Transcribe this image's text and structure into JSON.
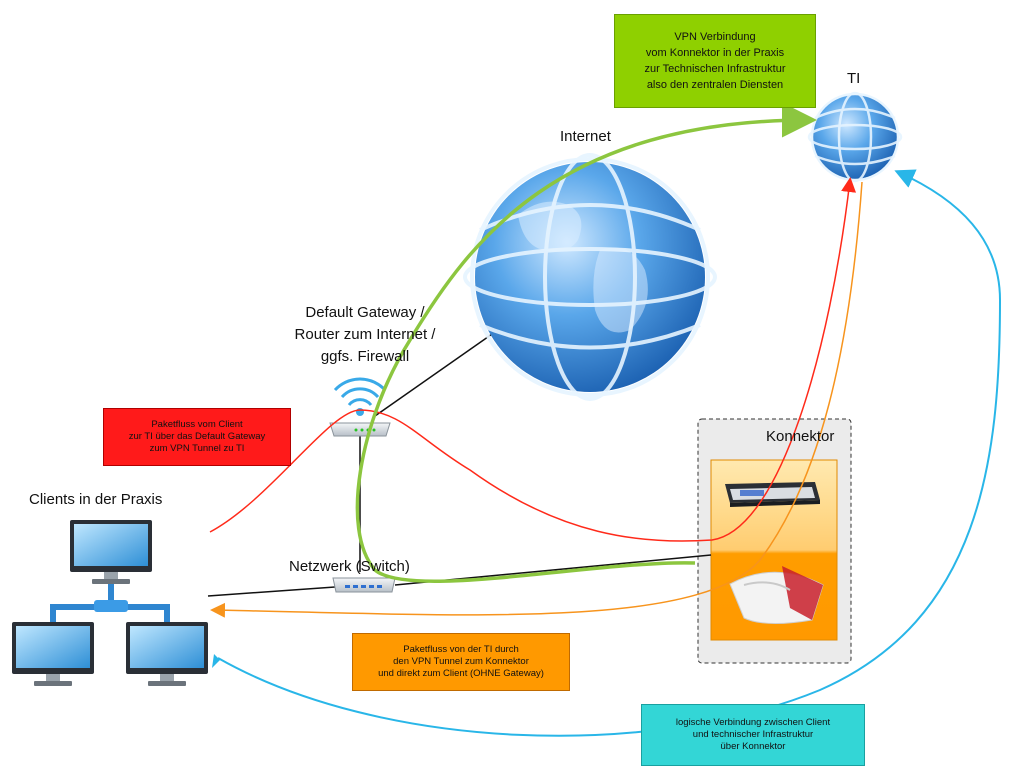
{
  "labels": {
    "internet": "Internet",
    "ti": "TI",
    "gateway": "Default Gateway /\nRouter zum Internet /\nggfs. Firewall",
    "switch": "Netzwerk (Switch)",
    "clients": "Clients in der Praxis",
    "konnektor": "Konnektor"
  },
  "notes": {
    "vpn": "VPN Verbindung\nvom Konnektor in der Praxis\nzur Technischen Infrastruktur\nalso den zentralen Diensten",
    "red_flow": "Paketfluss vom Client\nzur TI über das Default Gateway\nzum VPN Tunnel zu TI",
    "orange_flow": "Paketfluss von der TI durch\nden VPN Tunnel zum Konnektor\nund direkt zum Client (OHNE Gateway)",
    "cyan_flow": "logische Verbindung zwischen Client\nund technischer Infrastruktur\nüber Konnektor"
  },
  "colors": {
    "vpn_green": "#8cc63f",
    "red_flow": "#ff2a1a",
    "orange_flow": "#f7941d",
    "cyan_flow": "#29b6e8",
    "note_vpn_bg": "#8fd000",
    "note_red_bg": "#ff1a1a",
    "note_orange_bg": "#ff9900",
    "note_cyan_bg": "#33d6d6",
    "globe_blue": "#2a7fd4"
  },
  "icons": [
    "globe-icon",
    "router-icon",
    "switch-icon",
    "monitor-icon",
    "konnektor-icon",
    "modem-icon"
  ]
}
